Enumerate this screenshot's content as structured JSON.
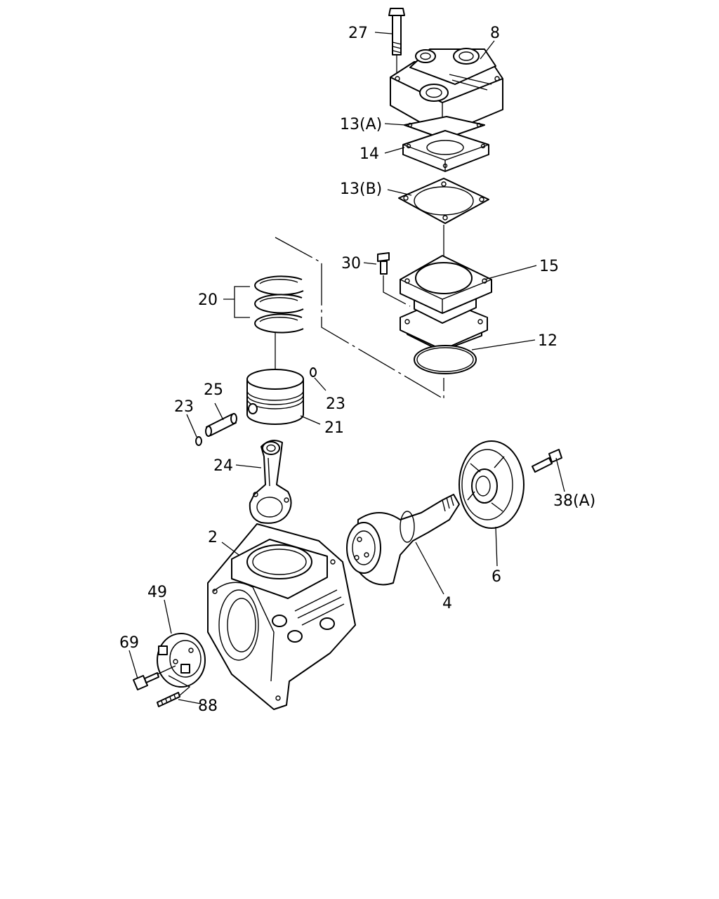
{
  "diagram": {
    "callouts": [
      {
        "id": "c27",
        "text": "27"
      },
      {
        "id": "c8",
        "text": "8"
      },
      {
        "id": "c13a",
        "text": "13(A)"
      },
      {
        "id": "c14",
        "text": "14"
      },
      {
        "id": "c13b",
        "text": "13(B)"
      },
      {
        "id": "c30",
        "text": "30"
      },
      {
        "id": "c15",
        "text": "15"
      },
      {
        "id": "c20",
        "text": "20"
      },
      {
        "id": "c12",
        "text": "12"
      },
      {
        "id": "c25",
        "text": "25"
      },
      {
        "id": "c23l",
        "text": "23"
      },
      {
        "id": "c23r",
        "text": "23"
      },
      {
        "id": "c21",
        "text": "21"
      },
      {
        "id": "c24",
        "text": "24"
      },
      {
        "id": "c38a",
        "text": "38(A)"
      },
      {
        "id": "c2",
        "text": "2"
      },
      {
        "id": "c6",
        "text": "6"
      },
      {
        "id": "c49",
        "text": "49"
      },
      {
        "id": "c4",
        "text": "4"
      },
      {
        "id": "c69",
        "text": "69"
      },
      {
        "id": "c88",
        "text": "88"
      }
    ]
  }
}
